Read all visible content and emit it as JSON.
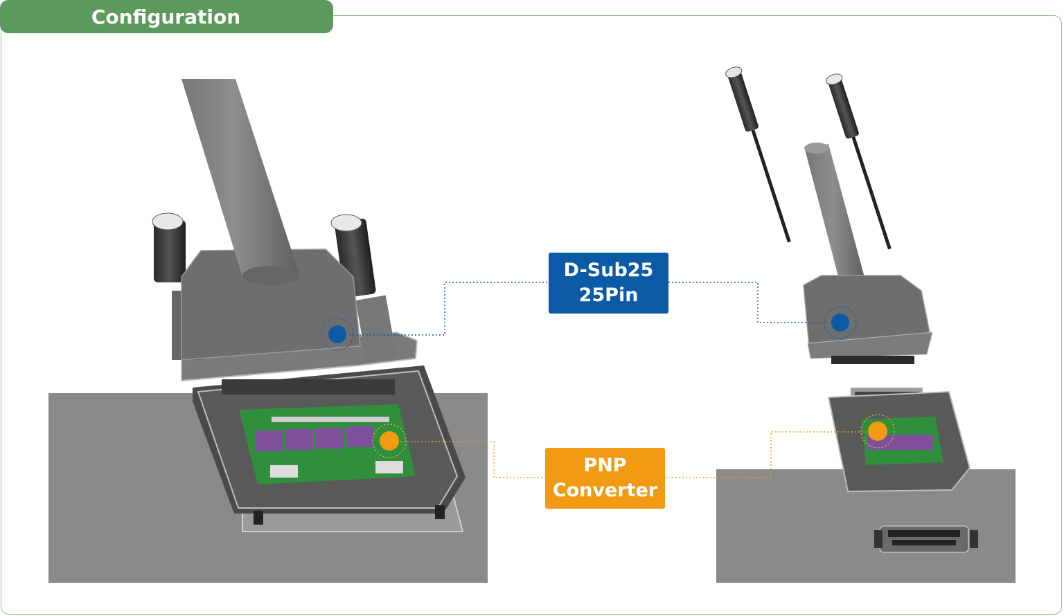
{
  "header": {
    "title": "Configuration"
  },
  "callouts": {
    "dsub": {
      "line1": "D-Sub25",
      "line2": "25Pin",
      "color": "#0b5aa5"
    },
    "pnp": {
      "line1": "PNP",
      "line2": "Converter",
      "color": "#f29b12"
    }
  },
  "colors": {
    "header_green": "#5b9a5c",
    "frame_green": "#8cbf8a",
    "panel_gray": "#8a8a8a",
    "connector_gray": "#6e6e6e",
    "pcb_green": "#2f8f3c"
  },
  "icons": [
    "dsub25-connector-assembled",
    "dsub25-connector-exploded"
  ]
}
